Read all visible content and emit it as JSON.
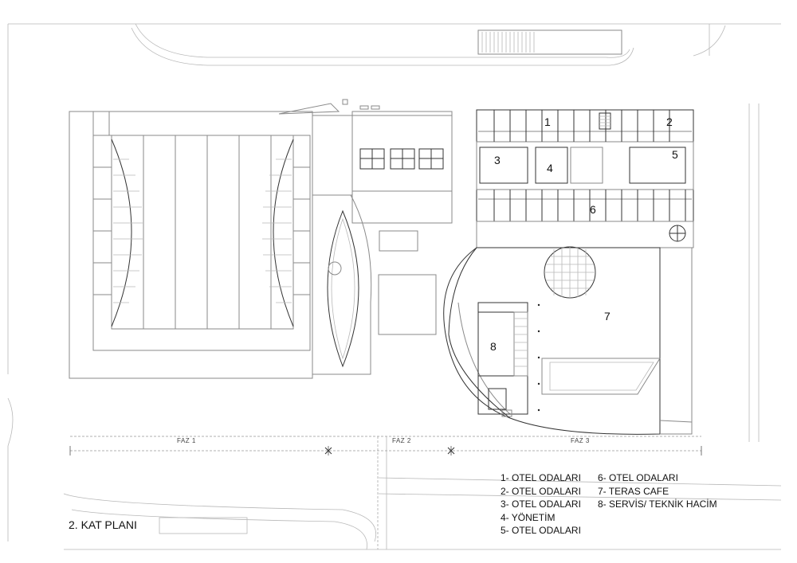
{
  "title": "2. KAT PLANI",
  "room_numbers": [
    "1",
    "2",
    "3",
    "4",
    "5",
    "6",
    "7",
    "8"
  ],
  "phases": [
    "FAZ 1",
    "FAZ 2",
    "FAZ 3"
  ],
  "legend_left": [
    "1-  OTEL ODALARI",
    "2-  OTEL ODALARI",
    "3-  OTEL ODALARI",
    "4-  YÖNETİM",
    "5-  OTEL ODALARI"
  ],
  "legend_right": [
    "6-  OTEL ODALARI",
    "7-  TERAS CAFE",
    "8-  SERVİS/ TEKNİK HACİM"
  ]
}
